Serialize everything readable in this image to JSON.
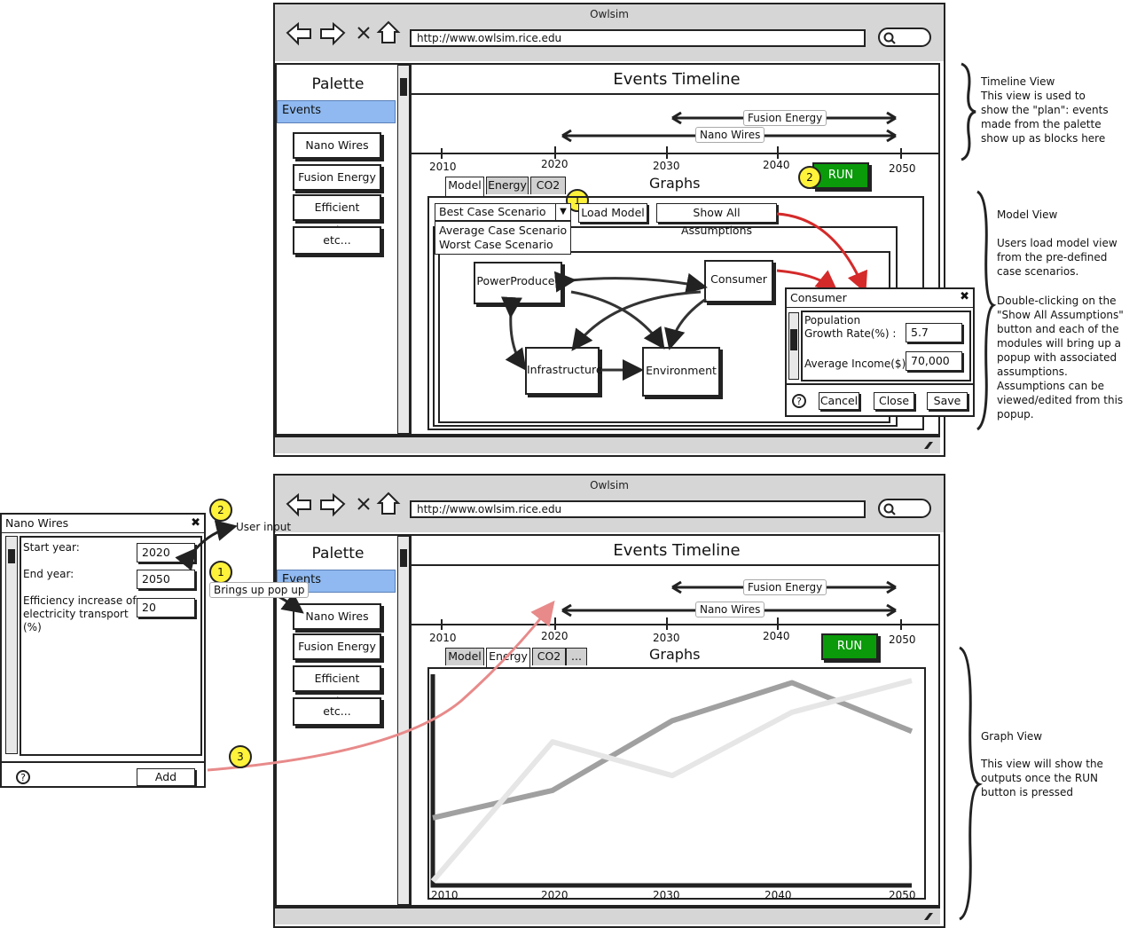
{
  "window_top": {
    "title": "Owlsim",
    "url": "http://www.owlsim.rice.edu",
    "palette": {
      "title": "Palette",
      "selected": "Events",
      "items": [
        "Nano Wires",
        "Fusion Energy",
        "Efficient engines",
        "etc..."
      ]
    },
    "timeline": {
      "title": "Events Timeline",
      "ticks": [
        "2010",
        "2020",
        "2030",
        "2040",
        "2050"
      ],
      "bars": [
        "Fusion Energy",
        "Nano Wires"
      ]
    },
    "run_label": "RUN",
    "graphs_title": "Graphs",
    "tabs": [
      "Model",
      "Energy",
      "CO2"
    ],
    "active_tab": "Model",
    "scenario": {
      "selected": "Best Case Scenario",
      "options": [
        "Average Case Scenario",
        "Worst Case Scenario"
      ]
    },
    "load_model_label": "Load Model",
    "show_assumptions_label": "Show All Assumptions",
    "nodes": [
      "PowerProducer",
      "Consumer",
      "Infrastructure",
      "Environment"
    ],
    "consumer_popup": {
      "title": "Consumer",
      "field1_label": "Population Growth Rate(%) :",
      "field1_value": "5.7",
      "field2_label": "Average Income($)",
      "field2_value": "70,000",
      "buttons": [
        "Cancel",
        "Close",
        "Save"
      ],
      "help": "?"
    },
    "badges": [
      "1",
      "2"
    ]
  },
  "window_bottom": {
    "title": "Owlsim",
    "url": "http://www.owlsim.rice.edu",
    "palette": {
      "title": "Palette",
      "selected": "Events",
      "items": [
        "Nano Wires",
        "Fusion Energy",
        "Efficient engines",
        "etc..."
      ]
    },
    "timeline": {
      "title": "Events Timeline",
      "ticks": [
        "2010",
        "2020",
        "2030",
        "2040",
        "2050"
      ],
      "bars": [
        "Fusion Energy",
        "Nano Wires"
      ]
    },
    "run_label": "RUN",
    "graphs_title": "Graphs",
    "tabs": [
      "Model",
      "Energy",
      "CO2",
      "..."
    ],
    "active_tab": "Energy",
    "graph_x_ticks": [
      "2010",
      "2020",
      "2030",
      "2040",
      "2050"
    ]
  },
  "nano_popup": {
    "title": "Nano Wires",
    "start_label": "Start year:",
    "start_value": "2020",
    "end_label": "End year:",
    "end_value": "2050",
    "eff_label": "Efficiency increase of electricity transport (%)",
    "eff_value": "20",
    "add_label": "Add",
    "help": "?"
  },
  "callouts": {
    "badge_user_input": "2",
    "user_input": "User input",
    "badge_popup": "1",
    "brings_up": "Brings up pop up",
    "badge_drag": "3"
  },
  "notes": {
    "timeline_view": "Timeline View\nThis view is used to show the \"plan\": events made from the palette show up as blocks here",
    "model_view_title": "Model View",
    "model_view_p1": "Users load model view from the pre-defined case scenarios.",
    "model_view_p2": "Double-clicking on the \"Show All Assumptions\" button and each of the modules will bring up a popup with associated assumptions. Assumptions can be viewed/edited from this popup.",
    "graph_view_title": "Graph View",
    "graph_view_body": "This view will show the outputs once the RUN button is pressed"
  },
  "colors": {
    "accent_blue": "#8fb9f0",
    "run_green": "#0a9a0a",
    "badge_yellow": "#fff23a",
    "arrow_red": "#d42a2a",
    "arrow_pink": "#e88a8a"
  },
  "chart_data": {
    "type": "line",
    "x": [
      2010,
      2020,
      2030,
      2040,
      2050
    ],
    "series": [
      {
        "values": [
          0.32,
          0.45,
          0.78,
          0.96,
          0.73
        ]
      },
      {
        "values": [
          0.02,
          0.68,
          0.52,
          0.82,
          0.97
        ]
      }
    ],
    "ylim": [
      0,
      1
    ]
  }
}
